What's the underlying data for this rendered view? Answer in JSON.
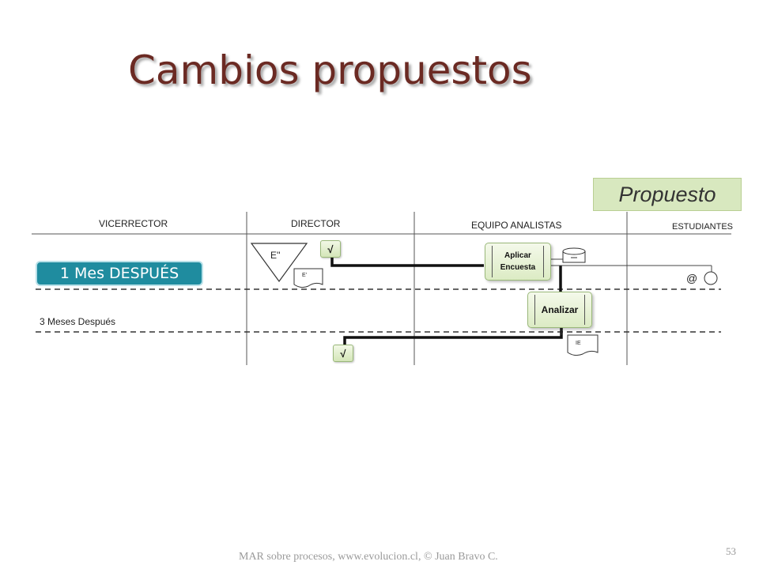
{
  "slide": {
    "title": "Cambios propuestos",
    "tag": "Propuesto",
    "footer": "MAR sobre procesos, www.evolucion.cl, © Juan Bravo C.",
    "page_number": "53"
  },
  "lanes": [
    {
      "label": "VICERRECTOR"
    },
    {
      "label": "DIRECTOR"
    },
    {
      "label": "EQUIPO ANALISTAS"
    },
    {
      "label": "ESTUDIANTES"
    }
  ],
  "periods": {
    "badge": "1 Mes DESPUÉS",
    "second": "3 Meses Después"
  },
  "shapes": {
    "store_label": "E''",
    "doc1_label": "E'",
    "doc2_label": "IE",
    "proc_aplicar_line1": "Aplicar",
    "proc_aplicar_line2": "Encuesta",
    "proc_analizar": "Analizar",
    "check_glyph": "√",
    "email_glyph": "@"
  },
  "colors": {
    "title": "#6b2a23",
    "badge": "#1f8c9f",
    "tag_bg": "#d8e8bf",
    "process_fill": "#dcebc4"
  }
}
